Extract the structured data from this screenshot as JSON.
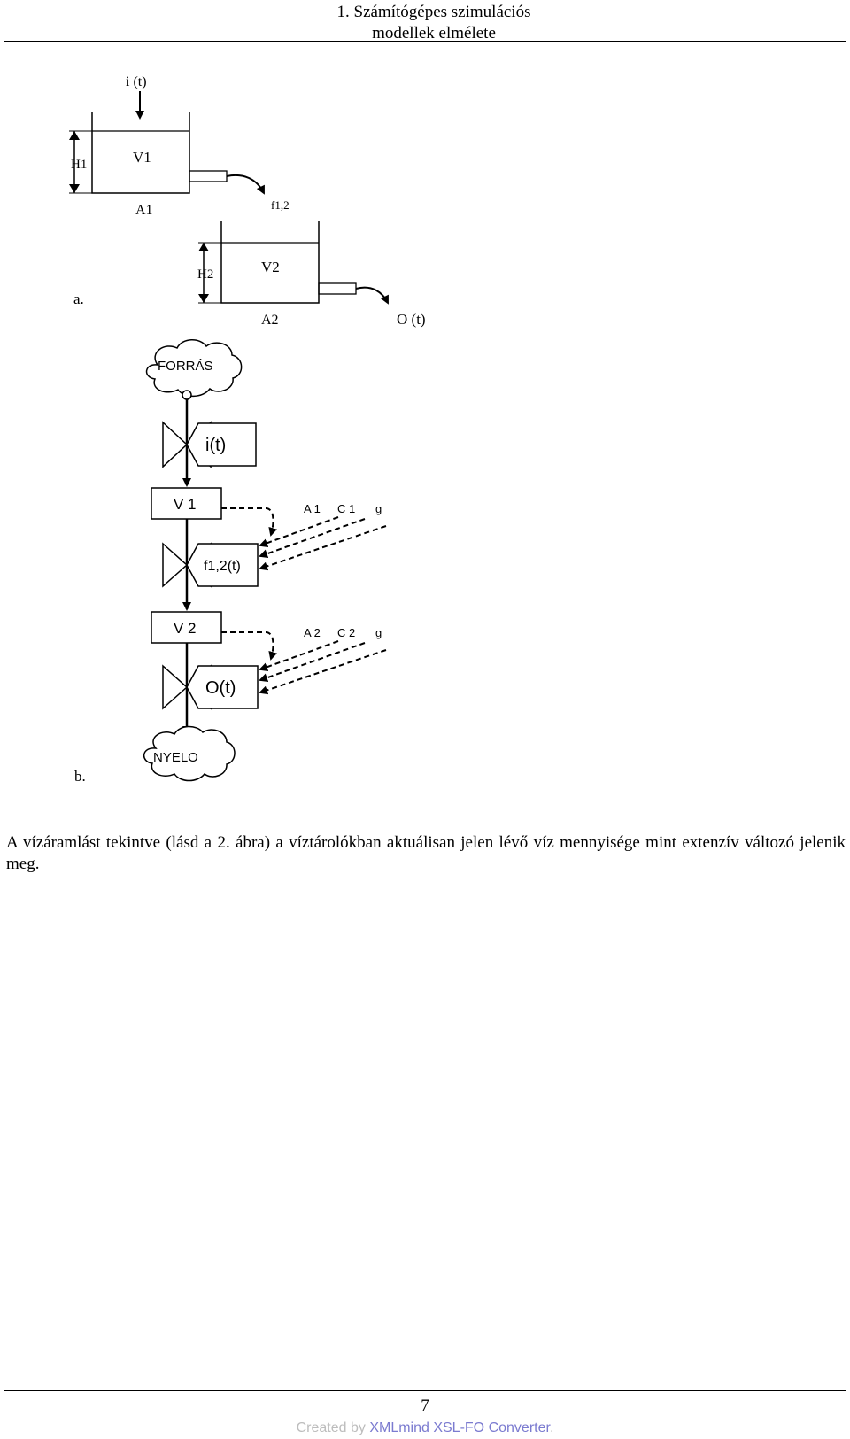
{
  "header": {
    "line1": "1. Számítógépes szimulációs",
    "line2": "modellek elmélete"
  },
  "figure": {
    "part_a": {
      "panel_label": "a.",
      "input_label": "i (t)",
      "tank1_volume": "V1",
      "tank1_height": "H1",
      "tank1_area": "A1",
      "flow_label": "f1,2",
      "tank2_volume": "V2",
      "tank2_height": "H2",
      "tank2_area": "A2",
      "output_label": "O (t)"
    },
    "part_b": {
      "panel_label": "b.",
      "source_label": "FORRÁS",
      "sink_label": "NYELO",
      "valve_input": "i(t)",
      "store1": "V 1",
      "valve_flow": "f1,2(t)",
      "store2": "V 2",
      "valve_output": "O(t)",
      "params1": [
        "A 1",
        "C 1",
        "g"
      ],
      "params2": [
        "A 2",
        "C 2",
        "g"
      ]
    }
  },
  "body": {
    "paragraph": "A vízáramlást tekintve (lásd a 2. ábra) a víztárolókban aktuálisan jelen lévő víz mennyisége mint extenzív változó jelenik meg."
  },
  "footer": {
    "page_number": "7",
    "credit_prefix": "Created by ",
    "credit_brand": "XMLmind XSL-FO Converter",
    "credit_suffix": "."
  }
}
